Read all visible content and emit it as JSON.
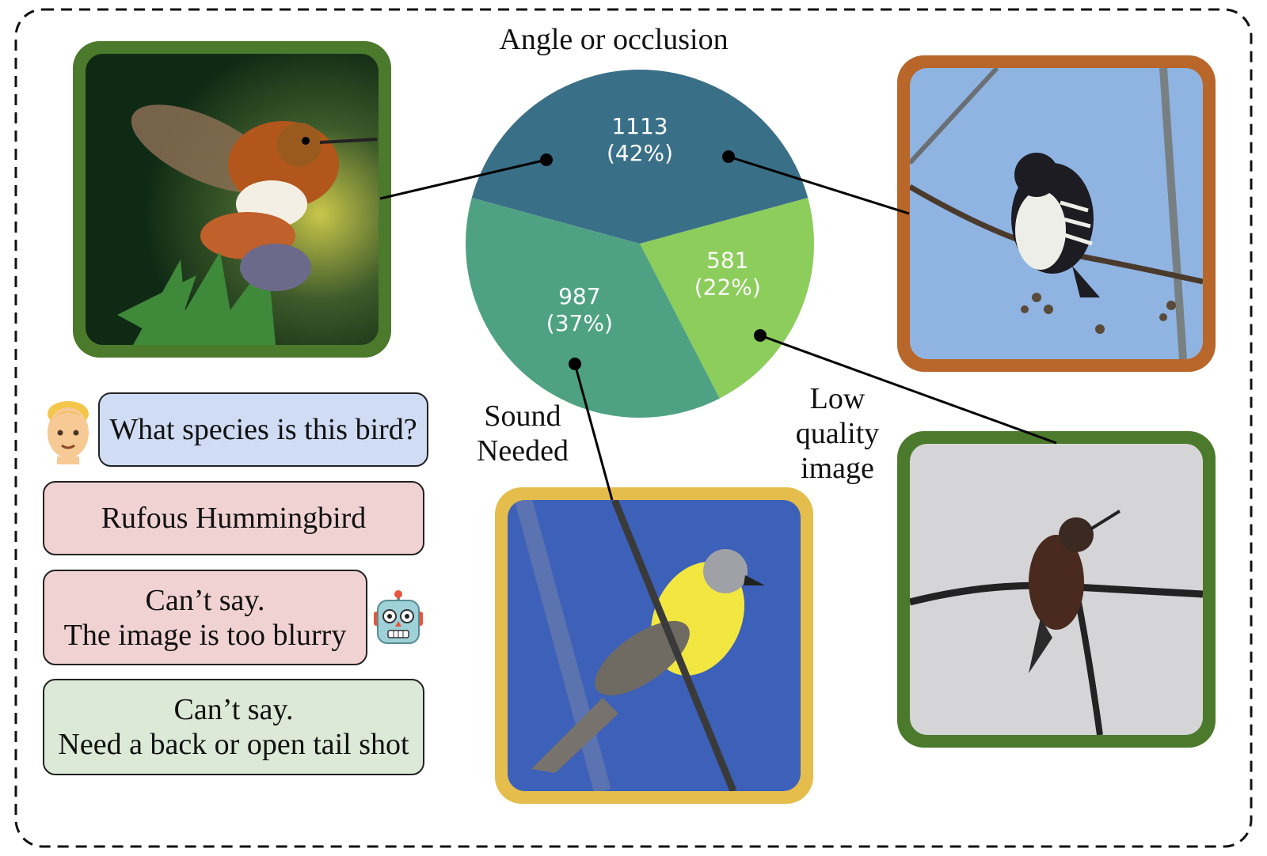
{
  "chart_data": {
    "type": "pie",
    "title": "",
    "slices": [
      {
        "label": "Angle or occlusion",
        "value": 1113,
        "percent": "42%",
        "display": "1113\n(42%)",
        "color": "#3a6f88"
      },
      {
        "label": "Low quality image",
        "value": 581,
        "percent": "22%",
        "display": "581\n(22%)",
        "color": "#8ccd5c"
      },
      {
        "label": "Sound Needed",
        "value": 987,
        "percent": "37%",
        "display": "987\n(37%)",
        "color": "#4ea283"
      }
    ],
    "legend": "outside labels"
  },
  "labels": {
    "angle": "Angle or occlusion",
    "sound": "Sound\nNeeded",
    "low_quality": "Low\nquality\nimage"
  },
  "chat": {
    "question": "What species is this bird?",
    "answer": "Rufous Hummingbird",
    "blurry": "Can’t say.\nThe image is too blurry",
    "tail": "Can’t say.\nNeed a back or open tail shot"
  },
  "photos": {
    "rufous": {
      "border": "#4c7a2c"
    },
    "woodpecker": {
      "border": "#b8662a"
    },
    "flycatcher": {
      "border": "#e5bd4c"
    },
    "hummingbird_gray": {
      "border": "#4c7a2c"
    }
  },
  "icons": {
    "person": "person-emoji-icon",
    "robot": "robot-emoji-icon"
  },
  "colors": {
    "question_bg": "#cfdcf4",
    "answer_bg": "#f1d2d2",
    "tail_bg": "#dbe9d6"
  }
}
